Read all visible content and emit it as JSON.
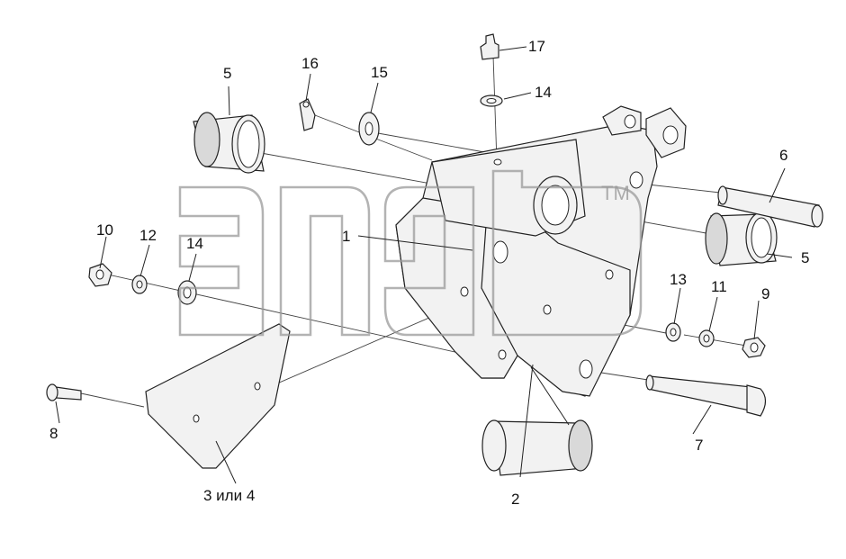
{
  "callouts": {
    "c1": "1",
    "c2": "2",
    "c3": "3 или 4",
    "c5a": "5",
    "c5b": "5",
    "c6": "6",
    "c7": "7",
    "c8": "8",
    "c9": "9",
    "c10": "10",
    "c11": "11",
    "c12": "12",
    "c13": "13",
    "c14a": "14",
    "c14b": "14",
    "c15": "15",
    "c16": "16",
    "c17": "17"
  },
  "watermark": {
    "trademark": "TM"
  }
}
